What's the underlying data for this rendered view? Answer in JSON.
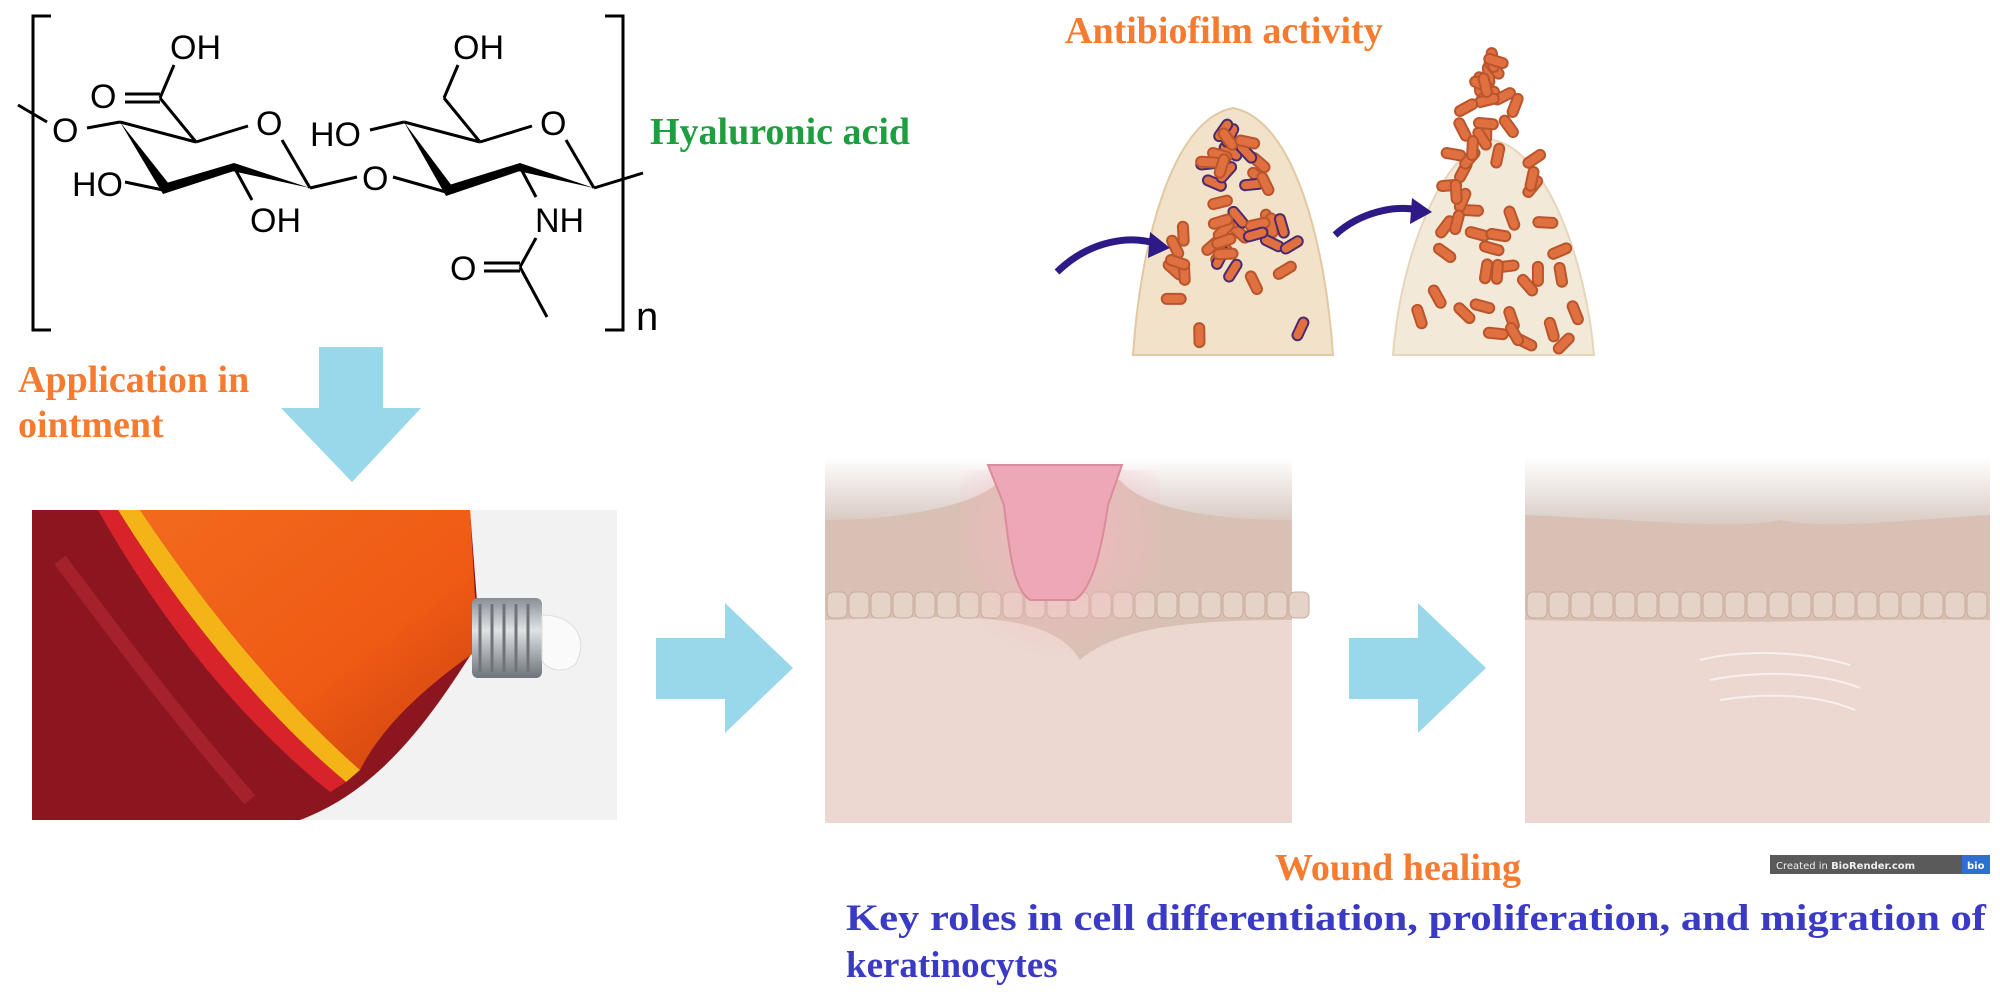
{
  "structure": {
    "name": "Hyaluronic acid",
    "atoms": {
      "o_link_left": "O",
      "cooh_o": "O",
      "cooh_oh": "OH",
      "ring1_o": "O",
      "ring1_ho": "HO",
      "ring1_oh": "OH",
      "glyco_o": "O",
      "ring2_ho": "HO",
      "ring2_oh": "OH",
      "ring2_o": "O",
      "nh": "NH",
      "acetyl_o": "O"
    },
    "repeat": "n"
  },
  "labels": {
    "antibiofilm": "Antibiofilm activity",
    "application_line1": "Application in",
    "application_line2": "ointment",
    "wound_healing": "Wound healing",
    "roles_line1": "Key roles in cell differentiation, proliferation, and migration of",
    "roles_line2": "keratinocytes"
  },
  "badge": {
    "text_prefix": "Created in ",
    "text_brand": "BioRender.com",
    "logo": "bio"
  },
  "colors": {
    "orange": "#f47b2f",
    "green": "#1e9e3e",
    "blue": "#3a3ac4",
    "arrow": "#98d8ea",
    "purple_arrow": "#2e1a87"
  }
}
